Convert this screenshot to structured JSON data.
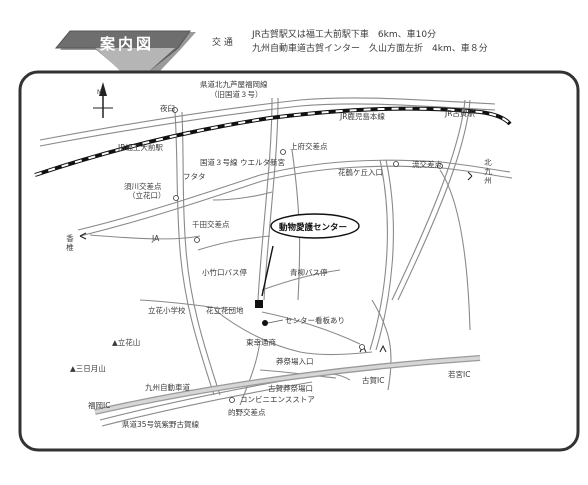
{
  "header": {
    "title": "案内図",
    "access_label": "交 通",
    "route_line1": "JR古賀駅又は福工大前駅下車　6km、車10分",
    "route_line2": "九州自動車道古賀インター　久山方面左折　4km、車８分"
  },
  "compass": {
    "north_label": "N"
  },
  "callout": {
    "label": "動物愛護センター"
  },
  "roads": {
    "prefectural_road": "県道北九芦屋福岡線",
    "old_route": "（旧国道３号）",
    "kagoshima_line": "JR鹿児島本線",
    "route3": "国道３号線",
    "expressway": "九州自動車道",
    "prefectural_35": "県道35号筑紫野古賀線"
  },
  "stations": {
    "koga": "JR古賀駅",
    "fukkodai": "JR福工大前駅"
  },
  "places": {
    "yoshiki": "夜臼",
    "kamifu_intersection": "上府交差点",
    "welta": "ウエルタ新宮",
    "futata": "フタタ",
    "sugawa_intersection": "須川交差点",
    "tachibana_paren": "（立花口）",
    "senda_intersection": "千田交差点",
    "ja": "JA",
    "kotakeguchi_bus": "小竹口バス停",
    "aosei_bus": "青柳バス停",
    "tachibana_school": "立花小学校",
    "tachibana_danchi": "花立花団地",
    "sign_board": "センター看板あり",
    "higashi_shoten": "東幸通商",
    "nanaiwa": "花鶴ケ丘入口",
    "ryuko_intersection": "流交差点",
    "kita_kyushu": "北九州",
    "kasuya": "香椎",
    "tachibana_mountain": "▲立花山",
    "mikazuki": "▲三日月山",
    "fukuoka_ic": "福岡IC",
    "koga_ic": "古賀IC",
    "wakamiya_ic": "若宮IC",
    "shoji_entrance": "莽祭場入口",
    "koga_crematorium": "古賀莽祭場口",
    "convenience_store": "コンビニエンスストア",
    "matono_intersection": "的野交差点"
  },
  "colors": {
    "frame_border": "#333333",
    "title_bg": "#6e6e6e",
    "road": "#8a8a8a",
    "expressway": "#9a9a9a",
    "rail": "#111111",
    "destination": "#111111"
  }
}
